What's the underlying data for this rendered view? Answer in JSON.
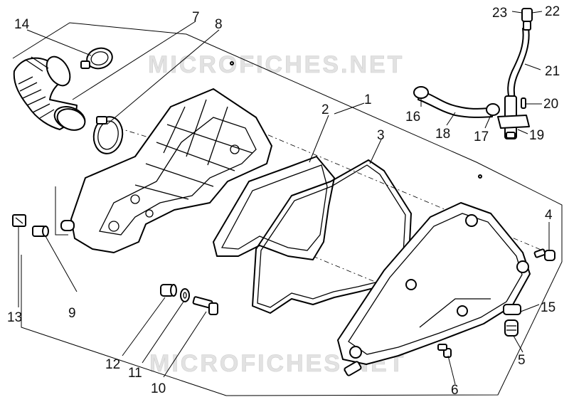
{
  "watermark": {
    "top": "MICROFICHES.NET",
    "bottom": "MICROFICHES.NET"
  },
  "callouts": [
    {
      "id": "c1",
      "label": "1"
    },
    {
      "id": "c2",
      "label": "2"
    },
    {
      "id": "c3",
      "label": "3"
    },
    {
      "id": "c4",
      "label": "4"
    },
    {
      "id": "c5",
      "label": "5"
    },
    {
      "id": "c6",
      "label": "6"
    },
    {
      "id": "c7",
      "label": "7"
    },
    {
      "id": "c8",
      "label": "8"
    },
    {
      "id": "c9",
      "label": "9"
    },
    {
      "id": "c10",
      "label": "10"
    },
    {
      "id": "c11",
      "label": "11"
    },
    {
      "id": "c12",
      "label": "12"
    },
    {
      "id": "c13",
      "label": "13"
    },
    {
      "id": "c14",
      "label": "14"
    },
    {
      "id": "c15",
      "label": "15"
    },
    {
      "id": "c16",
      "label": "16"
    },
    {
      "id": "c17",
      "label": "17"
    },
    {
      "id": "c18",
      "label": "18"
    },
    {
      "id": "c19",
      "label": "19"
    },
    {
      "id": "c20",
      "label": "20"
    },
    {
      "id": "c21",
      "label": "21"
    },
    {
      "id": "c22",
      "label": "22"
    },
    {
      "id": "c23",
      "label": "23"
    }
  ]
}
